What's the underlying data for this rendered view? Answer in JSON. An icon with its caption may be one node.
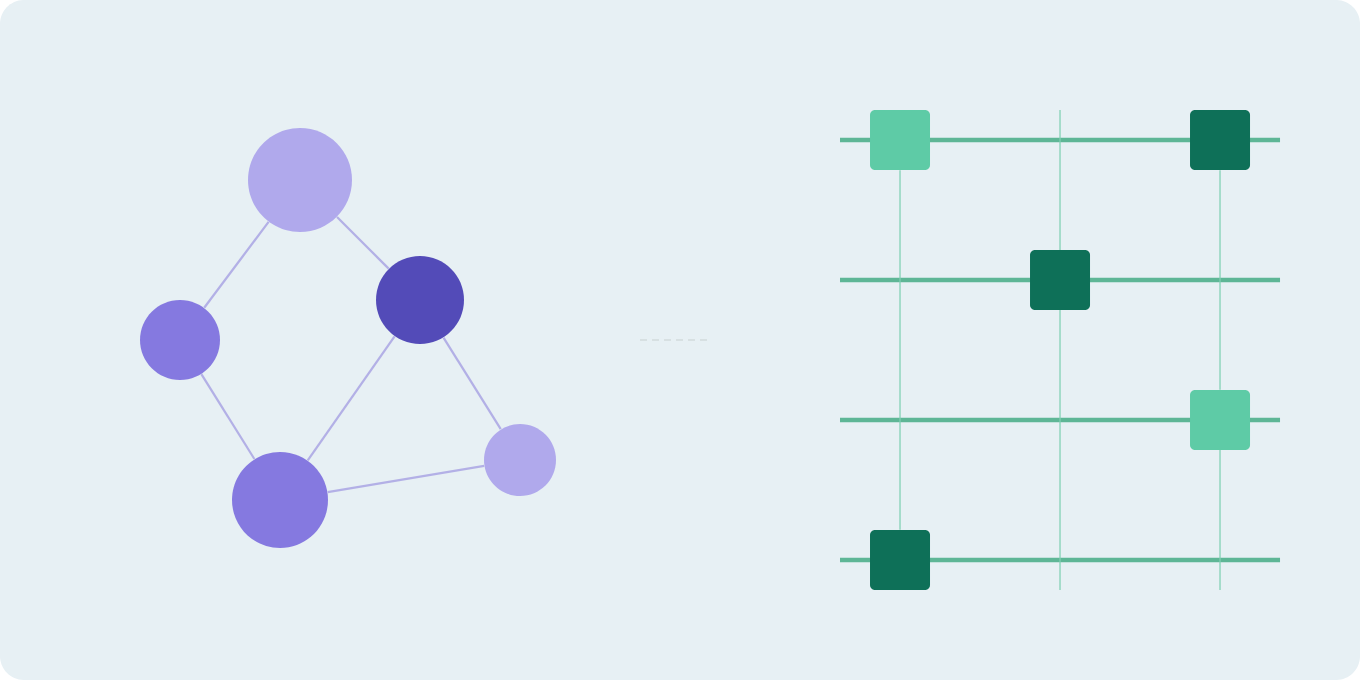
{
  "diagram": {
    "nodes": [
      {
        "text": [],
        "shape": "circle"
      },
      {
        "text": [],
        "shape": "circle"
      },
      {
        "text": [],
        "shape": "circle"
      },
      {
        "text": [],
        "shape": "circle"
      },
      {
        "text": [],
        "shape": "circle"
      },
      {
        "text": [],
        "shape": "box"
      },
      {
        "text": [],
        "shape": "box"
      },
      {
        "text": [],
        "shape": "box"
      },
      {
        "text": [],
        "shape": "box"
      },
      {
        "text": [],
        "shape": "box"
      }
    ],
    "edges": [
      {
        "from": 0,
        "to": 1,
        "arrow": "none"
      },
      {
        "from": 0,
        "to": 2,
        "arrow": "none"
      },
      {
        "from": 1,
        "to": 3,
        "arrow": "none"
      },
      {
        "from": 2,
        "to": 3,
        "arrow": "none"
      },
      {
        "from": 2,
        "to": 4,
        "arrow": "none"
      },
      {
        "from": 3,
        "to": 4,
        "arrow": "none"
      },
      {
        "from": 5,
        "to": 9,
        "arrow": "none",
        "color": "#7fd0b2"
      },
      {
        "from": 6,
        "to": 8,
        "arrow": "none",
        "color": "#7fd0b2"
      }
    ]
  }
}
